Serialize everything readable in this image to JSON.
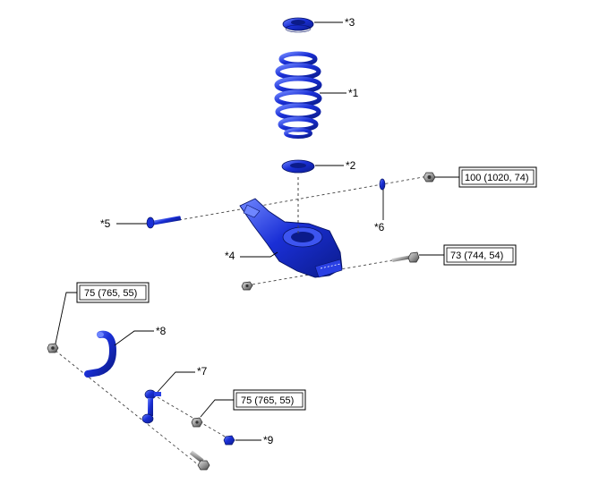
{
  "callouts": {
    "c1": "*1",
    "c2": "*2",
    "c3": "*3",
    "c4": "*4",
    "c5": "*5",
    "c6": "*6",
    "c7": "*7",
    "c8": "*8",
    "c9": "*9"
  },
  "torque": {
    "t1": "100 (1020, 74)",
    "t2": "73 (744, 54)",
    "t3": "75 (765, 55)",
    "t4": "75 (765, 55)"
  },
  "colors": {
    "part_blue": "#1a2fd6",
    "part_dark": "#0b1b8a",
    "part_light": "#6f86ff",
    "gray_part": "#9a9a9a"
  }
}
